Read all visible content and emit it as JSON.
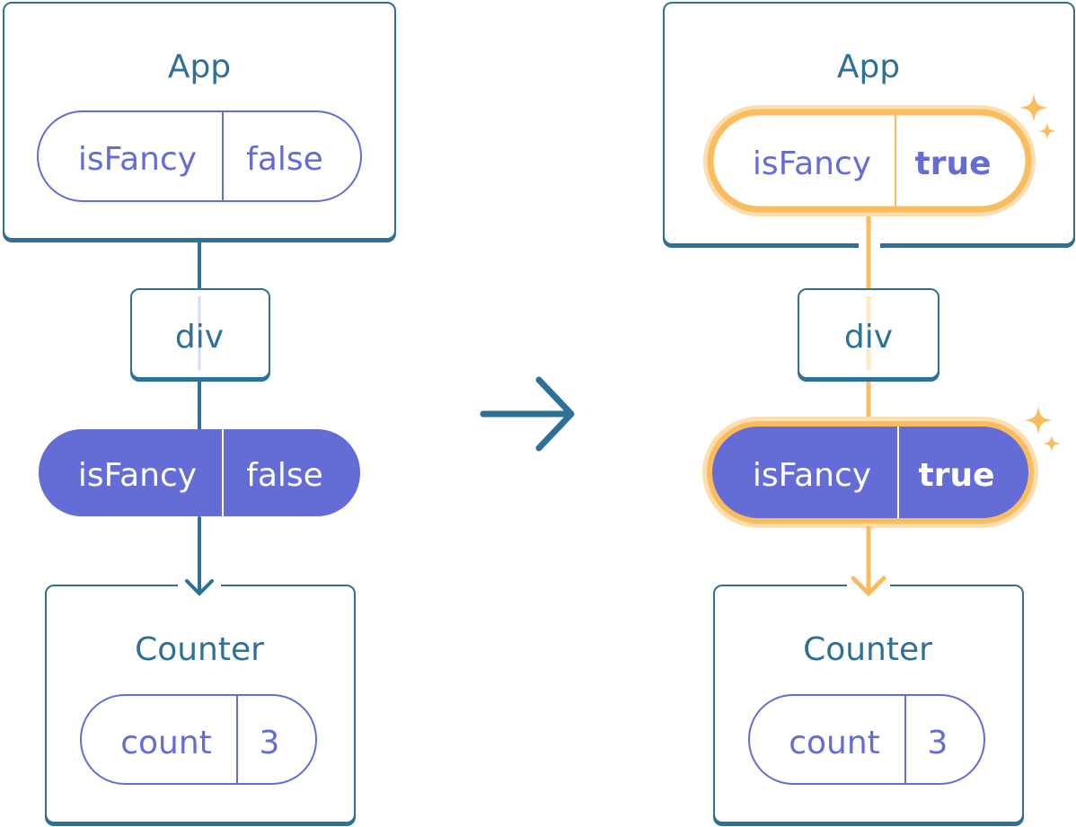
{
  "colors": {
    "node": "#2d7197",
    "state": "#646cd6",
    "highlight": "#fbbb5f",
    "glow": "#fddeaf"
  },
  "before": {
    "app": {
      "title": "App",
      "prop": "isFancy",
      "value": "false"
    },
    "div": {
      "title": "div"
    },
    "prop_pill": {
      "prop": "isFancy",
      "value": "false"
    },
    "counter": {
      "title": "Counter",
      "state": "count",
      "value": "3"
    }
  },
  "after": {
    "app": {
      "title": "App",
      "prop": "isFancy",
      "value": "true"
    },
    "div": {
      "title": "div"
    },
    "prop_pill": {
      "prop": "isFancy",
      "value": "true"
    },
    "counter": {
      "title": "Counter",
      "state": "count",
      "value": "3"
    }
  },
  "icons": {
    "transition": "arrow-right-icon",
    "changed": "sparkle-icon"
  }
}
